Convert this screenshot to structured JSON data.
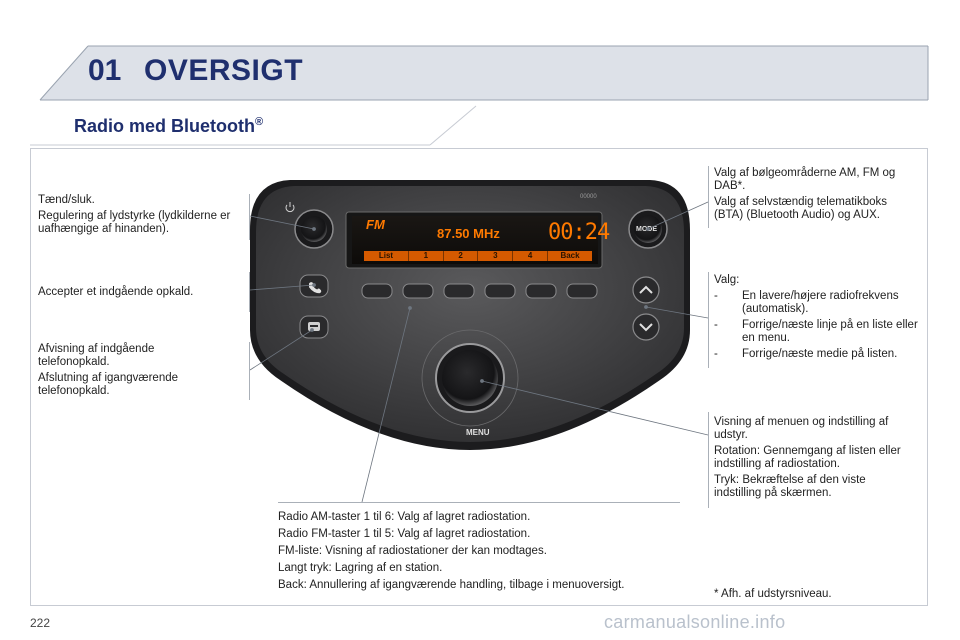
{
  "header": {
    "chapter_number": "01",
    "chapter_title": "OVERSIGT"
  },
  "section": {
    "title": "Radio med Bluetooth",
    "title_mark": "®"
  },
  "display": {
    "band": "FM",
    "frequency": "87.50 MHz",
    "clock": "00:24",
    "tabs": [
      "List",
      "1",
      "2",
      "3",
      "4",
      "Back"
    ],
    "serial": "00000"
  },
  "radio_buttons": {
    "mode": "MODE",
    "menu": "MENU"
  },
  "labels": {
    "power": [
      "Tænd/sluk.",
      "Regulering af lydstyrke (lydkilderne er uafhængige af hinanden)."
    ],
    "accept_call": [
      "Accepter et indgående opkald."
    ],
    "reject_call": [
      "Afvisning af indgående telefonopkald.",
      "Afslutning af igangværende telefonopkald."
    ],
    "mode": [
      "Valg af bølgeområderne AM, FM og DAB*.",
      "Valg af selvstændig telematikboks (BTA) (Bluetooth Audio) og AUX."
    ],
    "arrows": {
      "heading": "Valg:",
      "items": [
        "En lavere/højere radiofrekvens (automatisk).",
        "Forrige/næste linje på en liste eller en menu.",
        "Forrige/næste medie på listen."
      ]
    },
    "menu": [
      "Visning af menuen og indstilling af udstyr.",
      "Rotation: Gennemgang af listen eller indstilling af radiostation.",
      "Tryk: Bekræftelse af den viste indstilling på skærmen."
    ],
    "presets": [
      "Radio AM-taster 1 til 6: Valg af lagret radiostation.",
      "Radio FM-taster 1 til 5: Valg af lagret radiostation.",
      "FM-liste: Visning af radiostationer der kan modtages.",
      "Langt tryk: Lagring af en station.",
      "Back: Annullering af igangværende handling, tilbage i menuoversigt."
    ]
  },
  "footnote": "* Afh. af udstyrsniveau.",
  "page_number": "222",
  "watermark": "carmanualsonline.info",
  "colors": {
    "title": "#1f2f6e",
    "display_text": "#ff7a00",
    "radio_body": "#3e3e40"
  }
}
